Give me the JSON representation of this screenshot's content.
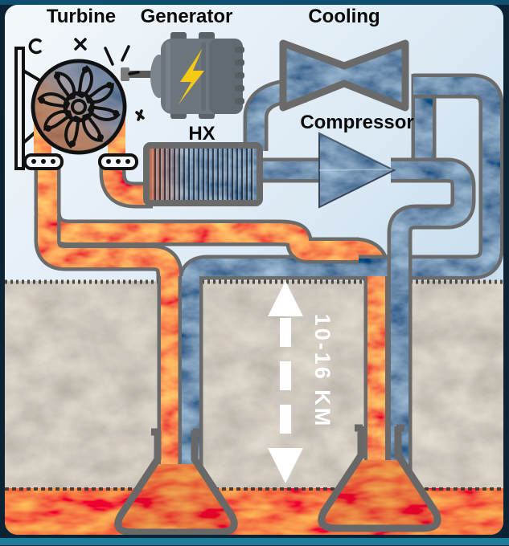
{
  "diagram": {
    "labels": {
      "turbine": "Turbine",
      "generator": "Generator",
      "cooling": "Cooling",
      "heat_exchanger": "HX",
      "compressor": "Compressor"
    },
    "depth_label": "10-16 KM",
    "icons": [
      "turbine-fan-icon",
      "generator-motor-icon",
      "lightning-bolt-icon",
      "cooling-valve-icon",
      "heat-exchanger-icon",
      "compressor-cone-icon",
      "borehole-flask-icon",
      "depth-arrow-icon"
    ],
    "colors": {
      "hot_fluid": "#ff8c1a",
      "cold_fluid": "#1e4a6e",
      "pipe_outline": "#6b6b6b",
      "magma": "#e03000",
      "rock": "#8a8178",
      "sky_top": "#f2f7fb",
      "sky_bottom": "#b9d4ea",
      "lightning": "#f6c915",
      "label_text": "#0a0a0a",
      "depth_text": "#ffffff",
      "frame_background": "#0c2334",
      "frame_accent_top": "#0e4e6e",
      "frame_accent_bottom": "#1a7d9b"
    }
  }
}
